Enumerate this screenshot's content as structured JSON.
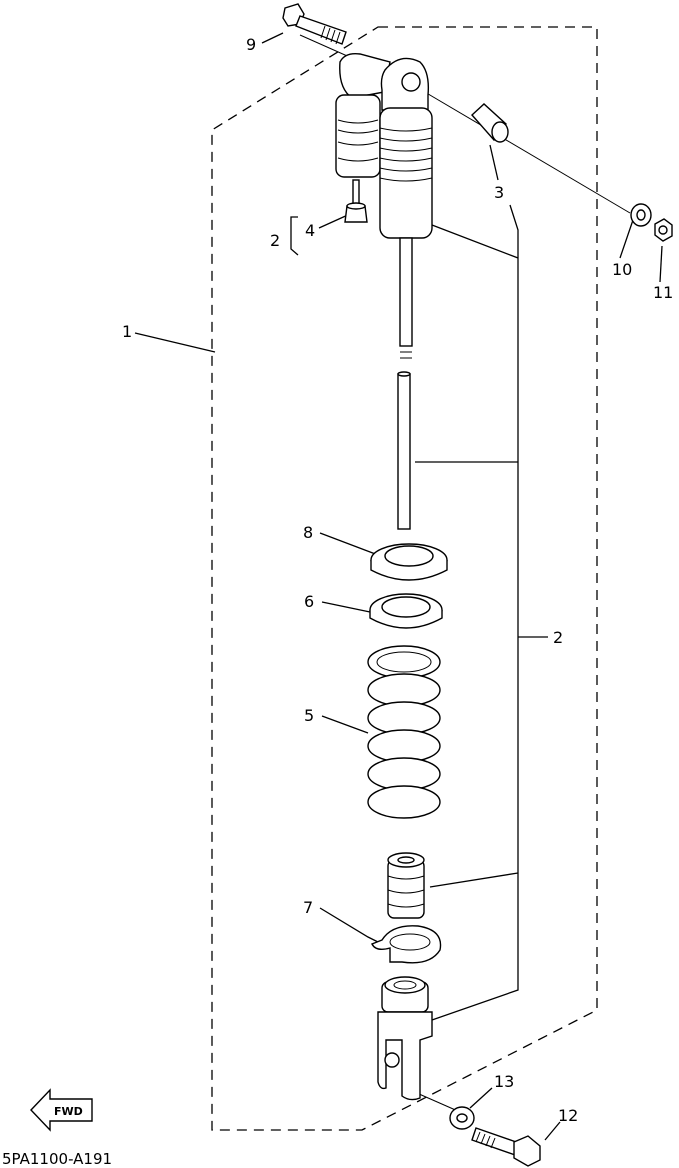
{
  "callouts": {
    "c1": "1",
    "c2_top": "2",
    "c2_side": "2",
    "c3": "3",
    "c4": "4",
    "c5": "5",
    "c6": "6",
    "c7": "7",
    "c8": "8",
    "c9": "9",
    "c10": "10",
    "c11": "11",
    "c12": "12",
    "c13": "13"
  },
  "fwd_label": "FWD",
  "diagram_code": "5PA1100-A191"
}
